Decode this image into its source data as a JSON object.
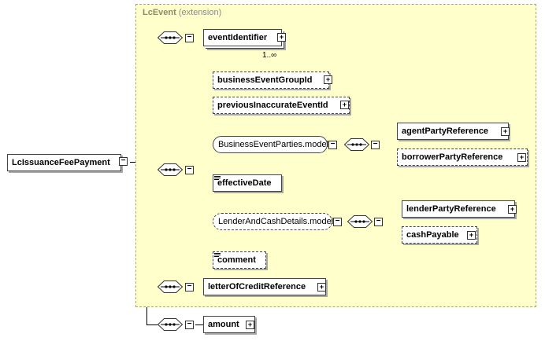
{
  "root": {
    "label": "LcIssuanceFeePayment"
  },
  "extension_box": {
    "base": "LcEvent",
    "kind": "(extension)"
  },
  "elements": {
    "event_identifier": {
      "label": "eventIdentifier",
      "occurrence": "1..∞"
    },
    "business_event_group_id": {
      "label": "businessEventGroupId"
    },
    "previous_inaccurate_event_id": {
      "label": "previousInaccurateEventId"
    },
    "business_event_parties_model": {
      "label": "BusinessEventParties.model"
    },
    "agent_party_reference": {
      "label": "agentPartyReference"
    },
    "borrower_party_reference": {
      "label": "borrowerPartyReference"
    },
    "effective_date": {
      "label": "effectiveDate"
    },
    "lender_and_cash_details_model": {
      "label": "LenderAndCashDetails.model"
    },
    "lender_party_reference": {
      "label": "lenderPartyReference"
    },
    "cash_payable": {
      "label": "cashPayable"
    },
    "comment": {
      "label": "comment"
    },
    "letter_of_credit_reference": {
      "label": "letterOfCreditReference"
    },
    "amount": {
      "label": "amount"
    }
  },
  "symbols": {
    "expand": "+",
    "collapse": "−"
  }
}
